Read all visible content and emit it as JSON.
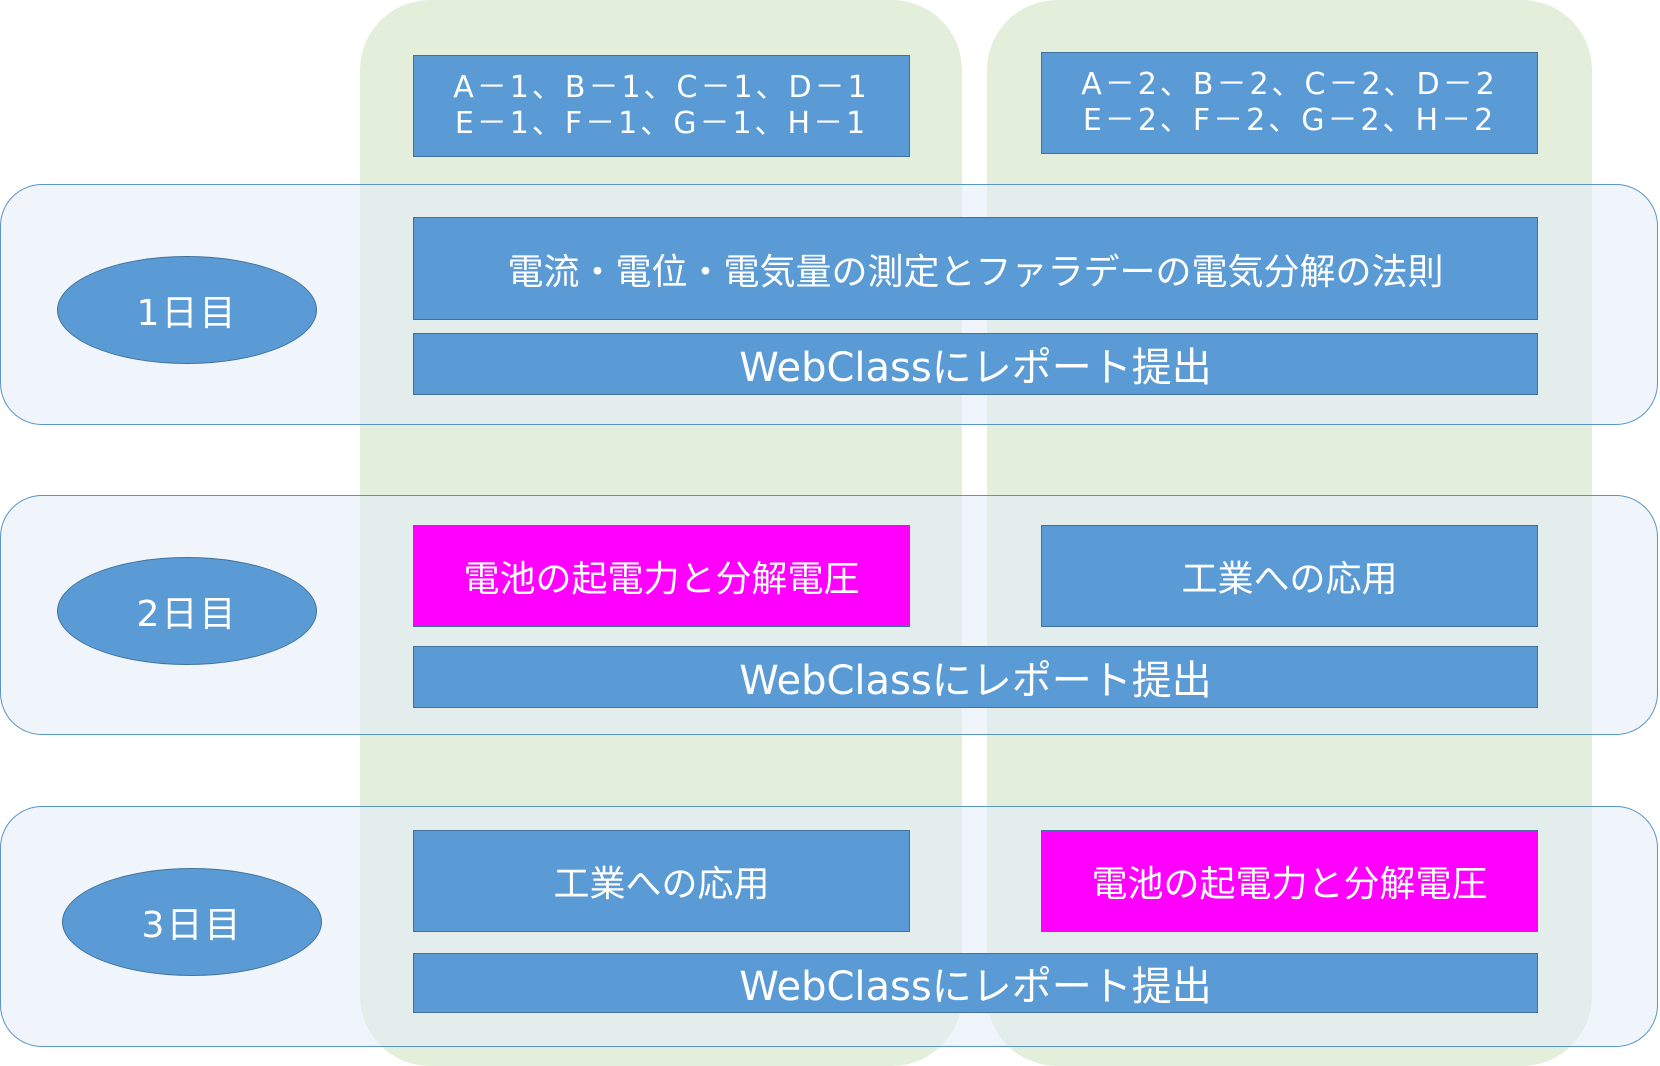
{
  "groups": {
    "col1_line1": "A－1、B－1、C－1、D－1",
    "col1_line2": "E－1、F－1、G－1、H－1",
    "col2_line1": "A－2、B－2、C－2、D－2",
    "col2_line2": "E－2、F－2、G－2、H－2"
  },
  "days": [
    {
      "label": "1日目",
      "topic": "電流・電位・電気量の測定とファラデーの電気分解の法則",
      "report": "WebClassにレポート提出"
    },
    {
      "label": "2日目",
      "topic_col1": "電池の起電力と分解電圧",
      "topic_col2": "工業への応用",
      "report": "WebClassにレポート提出"
    },
    {
      "label": "3日目",
      "topic_col1": "工業への応用",
      "topic_col2": "電池の起電力と分解電圧",
      "report": "WebClassにレポート提出"
    }
  ],
  "colors": {
    "box_blue": "#5b9bd5",
    "highlight_magenta": "#ff00ff",
    "column_band_green": "#e3eedb",
    "day_band_blue": "#e4ecf7"
  }
}
